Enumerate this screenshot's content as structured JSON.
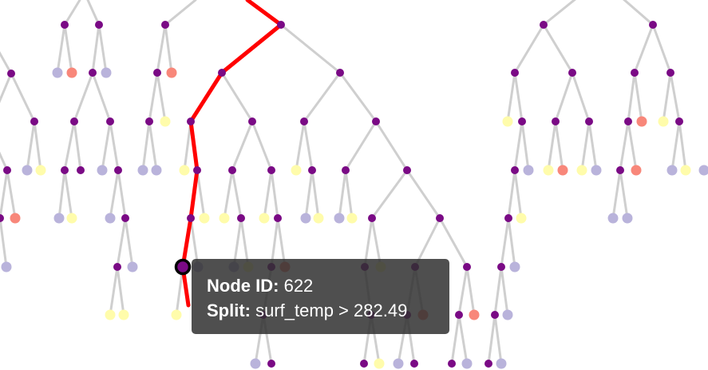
{
  "colors": {
    "internal": "#7a0a85",
    "leaf_lavender": "#b9b3db",
    "leaf_yellow": "#fffcab",
    "leaf_salmon": "#f8877a",
    "edge": "#cfcfcf",
    "path": "#ff0000",
    "selected_ring": "#000000"
  },
  "tooltip": {
    "id_key": "Node ID:",
    "id_value": "622",
    "split_key": "Split:",
    "split_value": "surf_temp > 282.49"
  }
}
